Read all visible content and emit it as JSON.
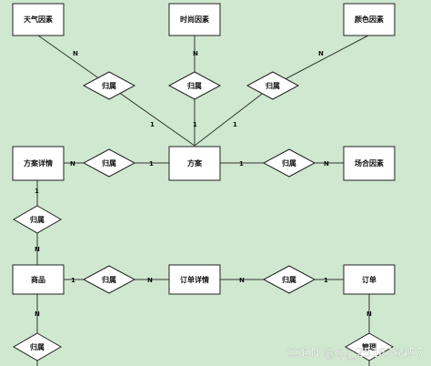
{
  "entities": [
    {
      "id": "weather",
      "label": "天气因素"
    },
    {
      "id": "fashion",
      "label": "时尚因素"
    },
    {
      "id": "color",
      "label": "颜色因素"
    },
    {
      "id": "plan_detail",
      "label": "方案详情"
    },
    {
      "id": "plan",
      "label": "方案"
    },
    {
      "id": "occasion",
      "label": "场合因素"
    },
    {
      "id": "product",
      "label": "商品"
    },
    {
      "id": "order_detail",
      "label": "订单详情"
    },
    {
      "id": "order",
      "label": "订单"
    }
  ],
  "relationships": [
    {
      "id": "r_weather",
      "label": "归属"
    },
    {
      "id": "r_fashion",
      "label": "归属"
    },
    {
      "id": "r_color",
      "label": "归属"
    },
    {
      "id": "r_pd_plan",
      "label": "归属"
    },
    {
      "id": "r_occasion",
      "label": "归属"
    },
    {
      "id": "r_pd_product",
      "label": "归属"
    },
    {
      "id": "r_product_od",
      "label": "归属"
    },
    {
      "id": "r_od_order",
      "label": "归属"
    },
    {
      "id": "r_product_bottom",
      "label": "归属"
    },
    {
      "id": "r_order_bottom",
      "label": "管理"
    }
  ],
  "cardinality": {
    "n": "N",
    "one": "1"
  },
  "watermark": "CSDN @qq_251836457"
}
